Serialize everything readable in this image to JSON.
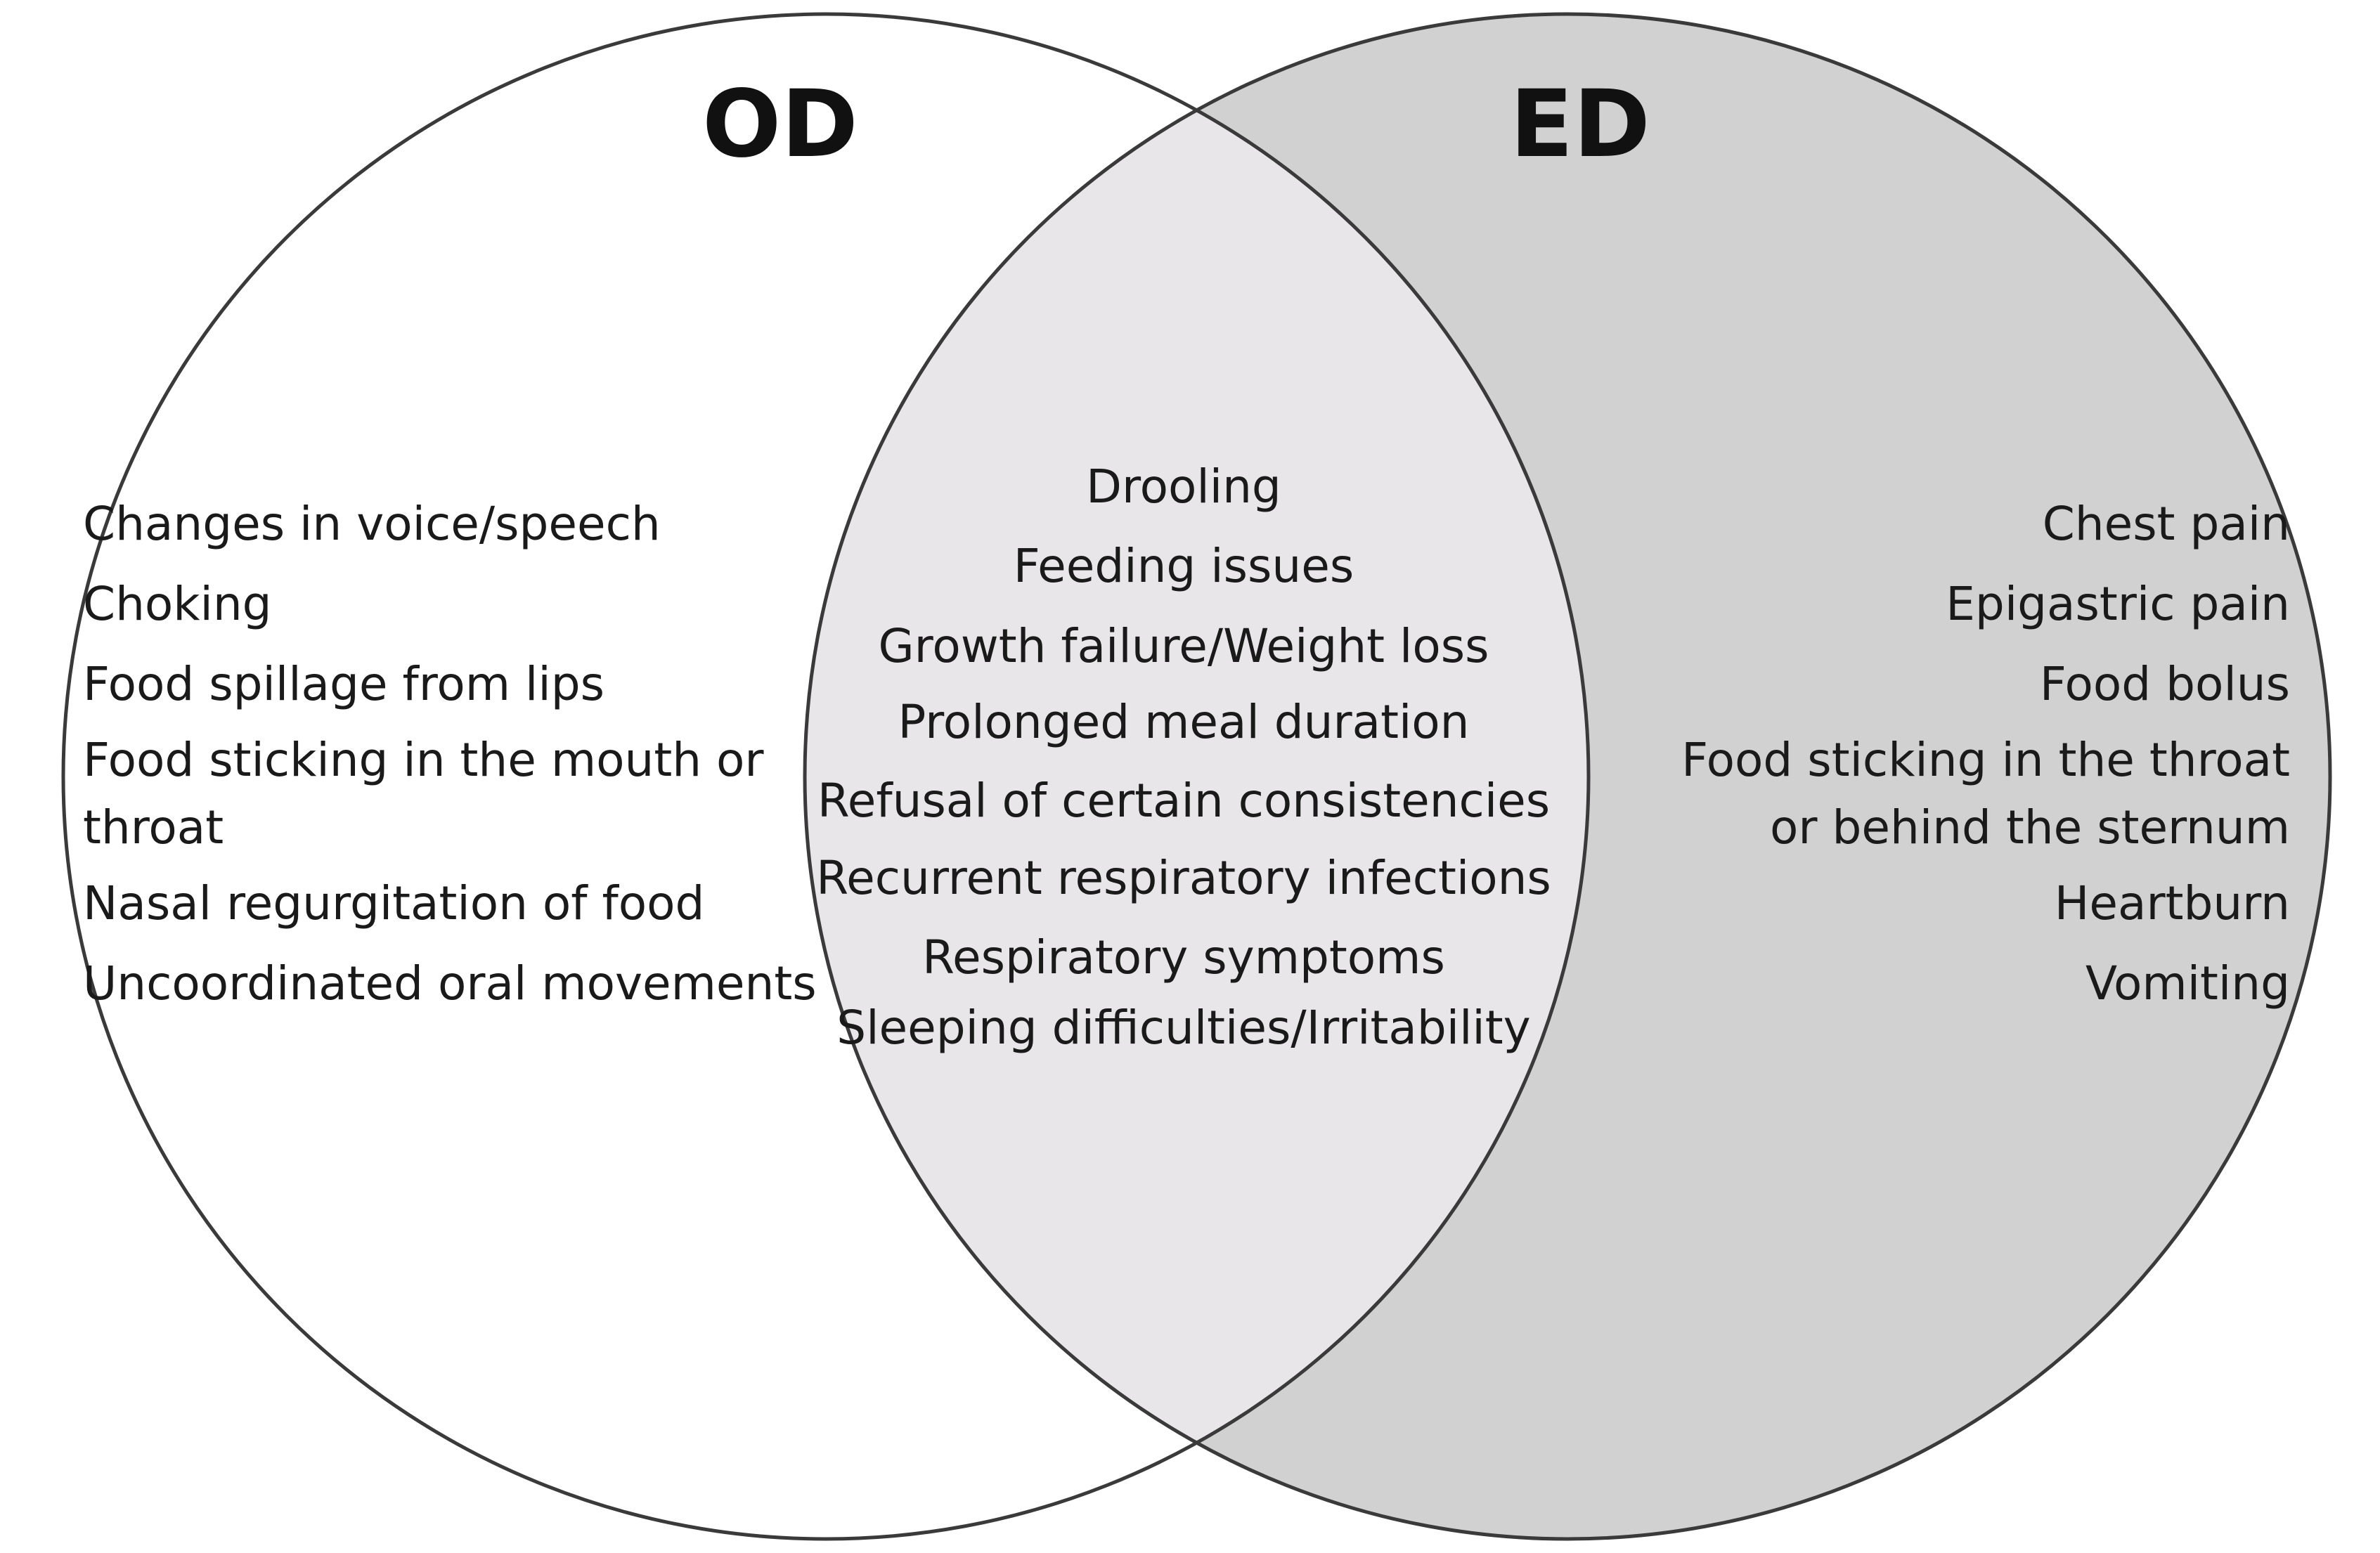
{
  "sets": [
    {
      "id": "od",
      "title": "OD",
      "fill": "#ffffff",
      "items": [
        [
          "Changes in voice/speech"
        ],
        [
          "Choking"
        ],
        [
          "Food spillage from lips"
        ],
        [
          "Food sticking in the mouth or",
          "throat"
        ],
        [
          "Nasal regurgitation of food"
        ],
        [
          "Uncoordinated oral movements"
        ]
      ]
    },
    {
      "id": "ed",
      "title": "ED",
      "fill": "#d2d1d2",
      "items": [
        [
          "Chest pain"
        ],
        [
          "Epigastric pain"
        ],
        [
          "Food bolus"
        ],
        [
          "Food sticking in the throat",
          "or behind the sternum"
        ],
        [
          "Heartburn"
        ],
        [
          "Vomiting"
        ]
      ]
    }
  ],
  "overlap": {
    "fill": "#e8e6e8",
    "items": [
      "Drooling",
      "Feeding issues",
      "Growth failure/Weight loss",
      "Prolonged meal duration",
      "Refusal of certain consistencies",
      "Recurrent respiratory infections",
      "Respiratory symptoms",
      "Sleeping difficulties/Irritability"
    ]
  },
  "outline_color": "#3a3a3a"
}
